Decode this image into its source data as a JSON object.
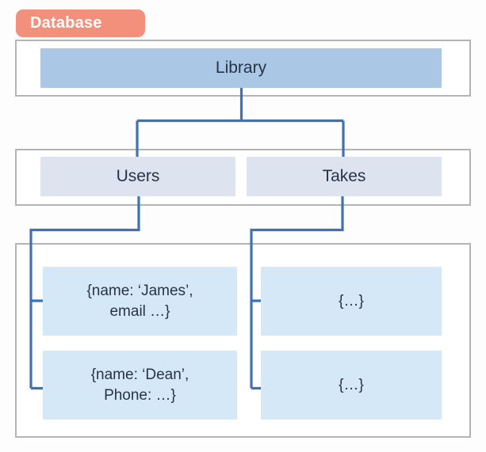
{
  "diagram": {
    "title_tab": {
      "label": "Database",
      "color": "#f2907b",
      "text_color": "#ffffff"
    },
    "levels": [
      {
        "name": "database-level",
        "nodes": [
          {
            "label": "Library",
            "type": "database",
            "color": "#aac7e6"
          }
        ]
      },
      {
        "name": "collection-level",
        "nodes": [
          {
            "label": "Users",
            "type": "collection",
            "color": "#dde4f0"
          },
          {
            "label": "Takes",
            "type": "collection",
            "color": "#dde4f0"
          }
        ]
      },
      {
        "name": "document-level",
        "nodes": [
          {
            "line1": "{name: ‘James’,",
            "line2": "email …}",
            "type": "document",
            "color": "#d4e8f7"
          },
          {
            "line1": "{name: ‘Dean’,",
            "line2": "Phone: …}",
            "type": "document",
            "color": "#d4e8f7"
          },
          {
            "line1": "{…}",
            "line2": "",
            "type": "document",
            "color": "#d4e8f7"
          },
          {
            "line1": "{…}",
            "line2": "",
            "type": "document",
            "color": "#d4e8f7"
          }
        ]
      }
    ],
    "connector_color": "#3f72b4",
    "panel_border_color": "#b4b4b4"
  }
}
